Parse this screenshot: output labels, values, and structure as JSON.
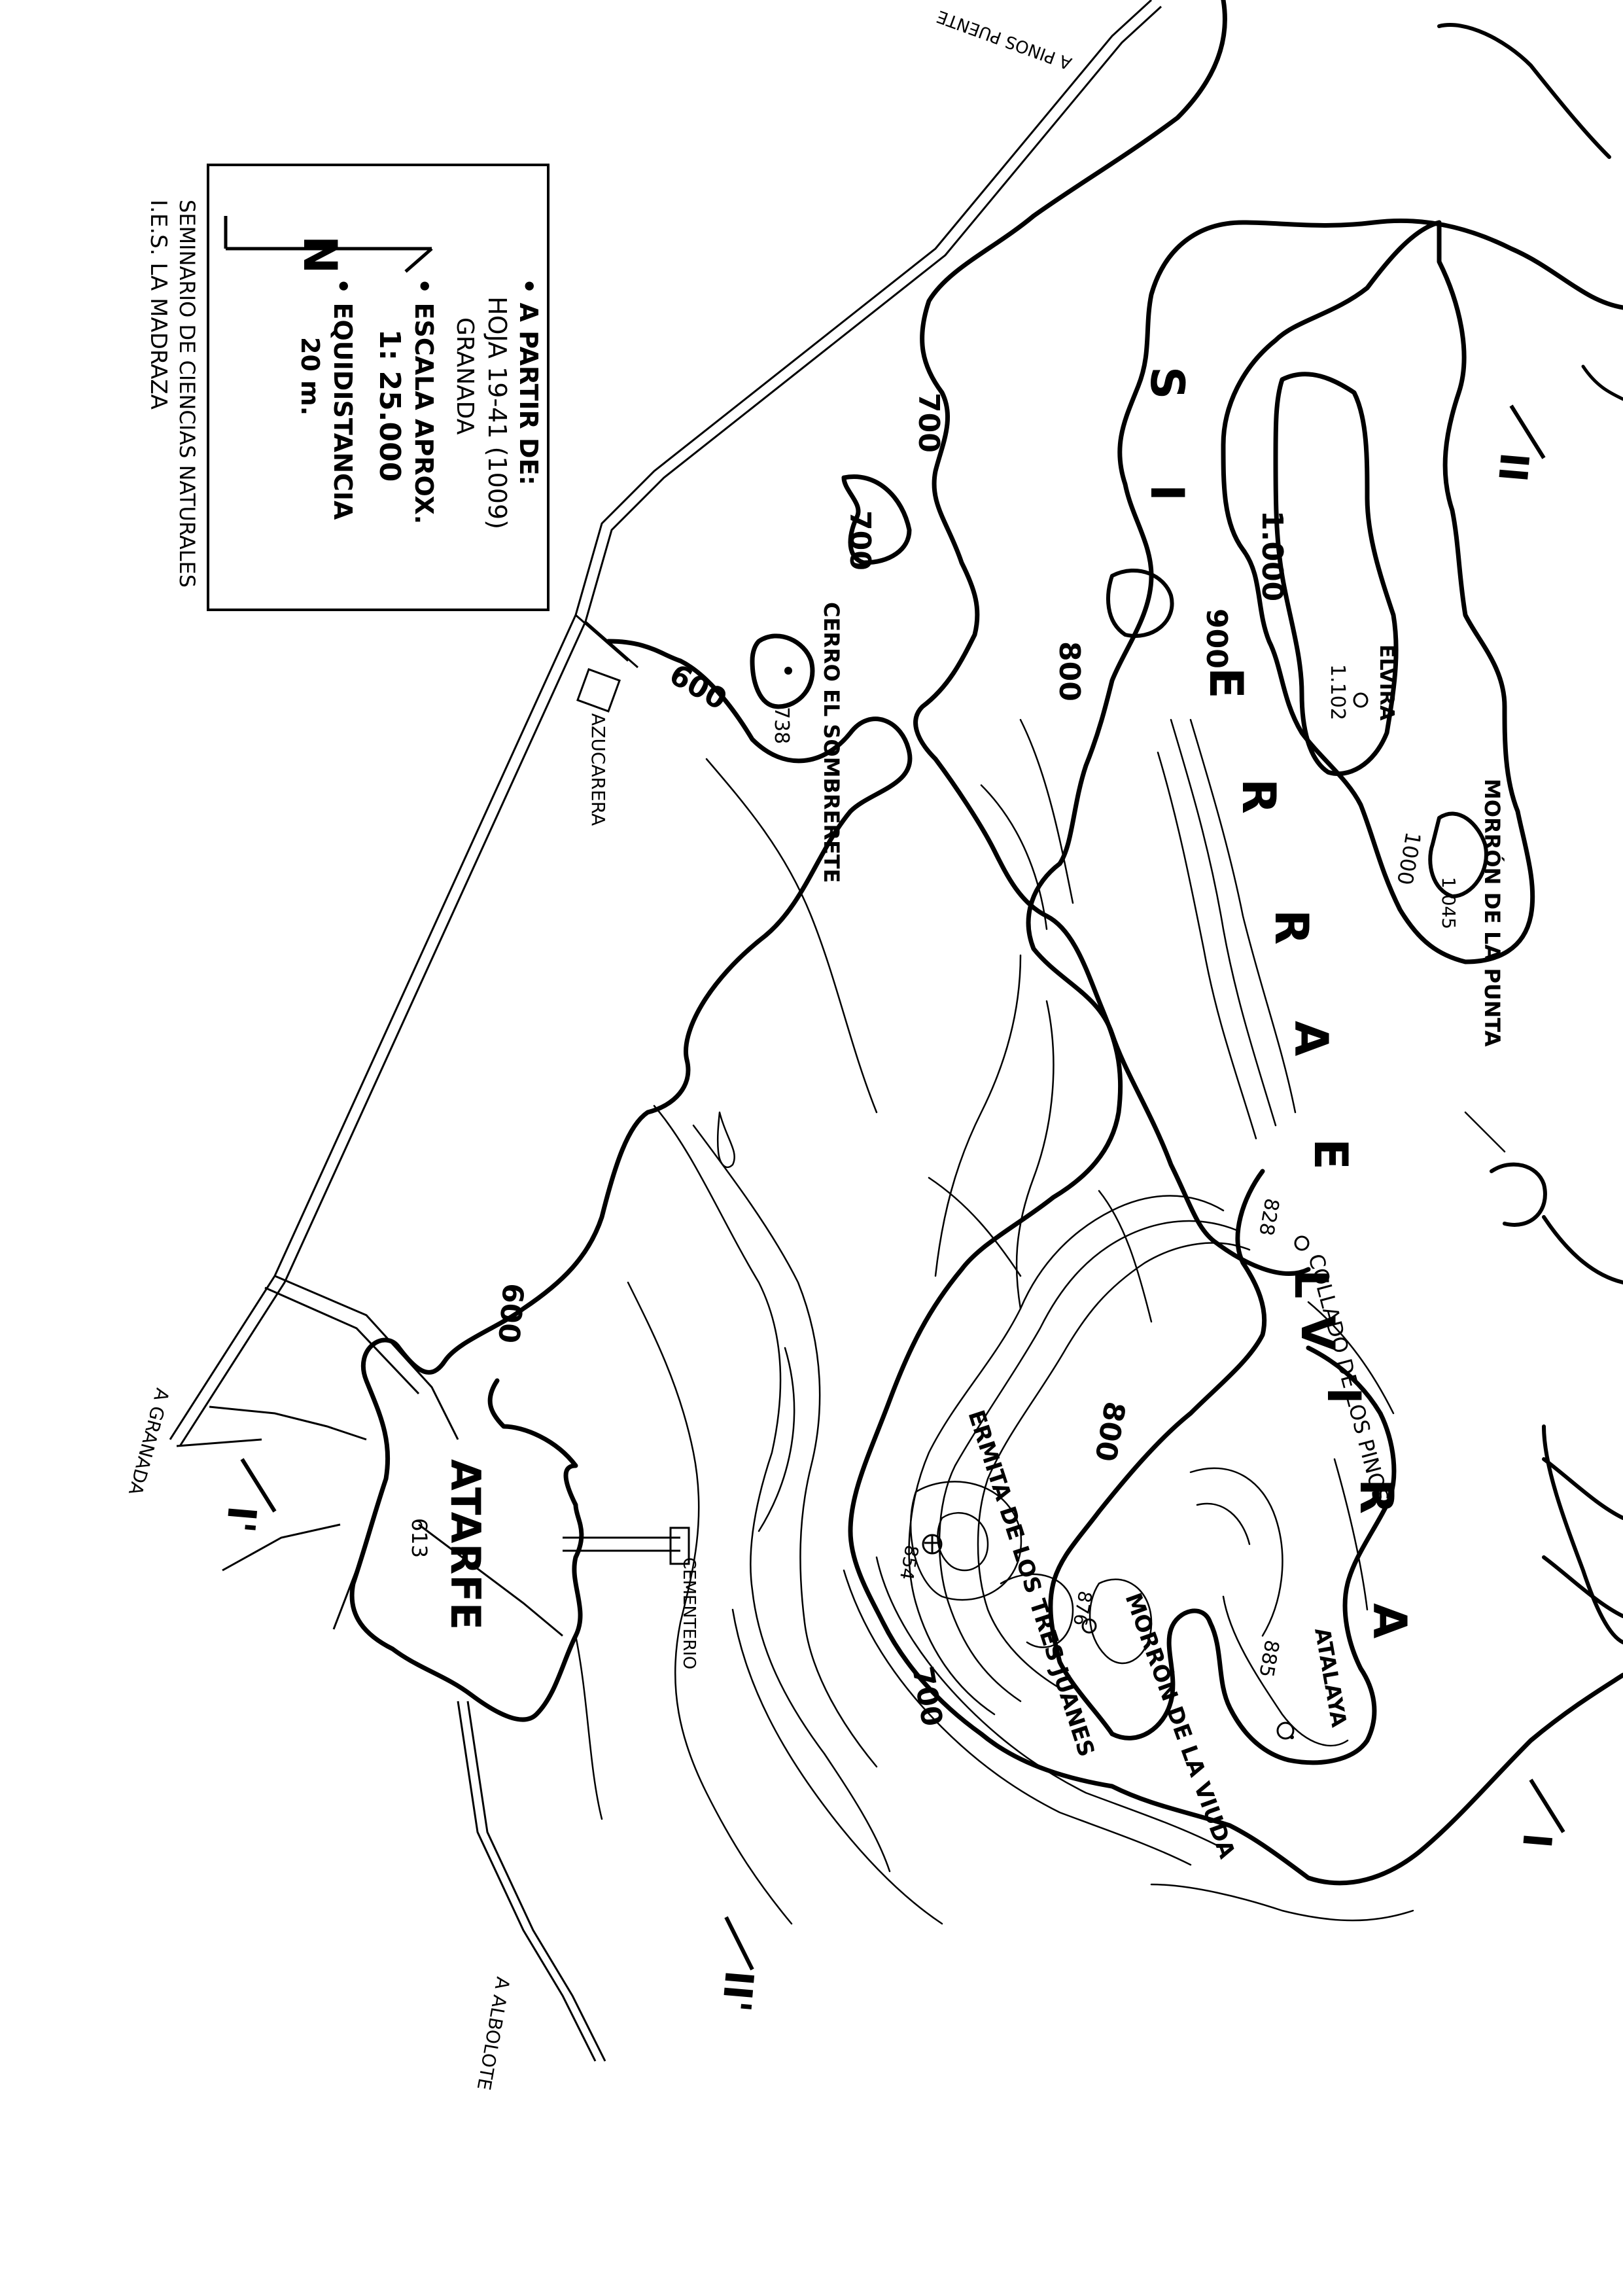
{
  "legend": {
    "lines": [
      "• A PARTIR DE:",
      "HOJA 19-41 (1009)",
      "GRANADA",
      "• ESCALA APROX.",
      "1: 25.000",
      "• EQUIDISTANCIA",
      "20 m."
    ],
    "north_letter": "N",
    "credit_lines": [
      "SEMINARIO DE CIENCIAS NATURALES",
      "I.E.S. LA MADRAZA"
    ]
  },
  "roads": {
    "top": "A PINOS PUENTE",
    "left": "A GRANADA",
    "bottom": "A ALBOLOTE"
  },
  "places": {
    "azucarera": "AZUCARERA",
    "cementerio": "CEMENTERIO",
    "atarfe": "ATARFE",
    "atarfe_alt": "613",
    "cerro": "CERRO EL SOMBRERETE",
    "cerro_alt": "738",
    "elvira": "ELVIRA",
    "elvira_alt": "1.102",
    "morron_punta": "MORRÓN DE LA PUNTA",
    "morron_punta_alt": "1.045",
    "collado": "COLLADO DE LOS PINOS",
    "collado_alt": "828",
    "atalaya": "ATALAYA",
    "atalaya_alt": "885",
    "morron_viuda": "MORRÓN DE LA VIUDA",
    "morron_viuda_alt": "876",
    "ermita": "ERMITA DE LOS TRES JUANES",
    "ermita_alt": "854"
  },
  "sierra_letters": [
    "S",
    "I",
    "E",
    "R",
    "R",
    "A",
    "E",
    "L",
    "V",
    "I",
    "R",
    "A"
  ],
  "contour_labels": {
    "c600a": "600",
    "c600b": "600",
    "c700a": "700",
    "c700b": "700",
    "c700c": "700",
    "c800a": "800",
    "c800b": "800",
    "c900": "900",
    "c1000a": "1.000",
    "c1000b": "1000"
  },
  "sections": {
    "i": "I",
    "i_prime": "I'",
    "ii": "II",
    "ii_prime": "II'"
  }
}
